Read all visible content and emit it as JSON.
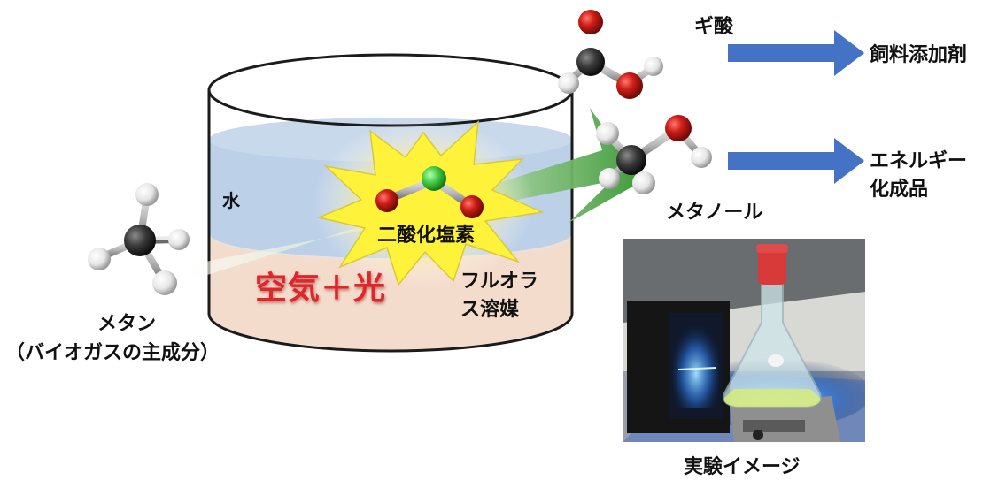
{
  "labels": {
    "formic_acid": "ギ酸",
    "feed_additive": "飼料添加剤",
    "energy_chem_line1": "エネルギー",
    "energy_chem_line2": "化成品",
    "methanol": "メタノール",
    "water": "水",
    "chlorine_dioxide": "二酸化塩素",
    "air_light": "空気＋光",
    "fluorous_line1": "フルオラ",
    "fluorous_line2": "ス溶媒",
    "methane": "メタン",
    "methane_note": "（バイオガスの主成分）",
    "experiment": "実験イメージ"
  },
  "colors": {
    "arrow_blue": "#4472c4",
    "air_light_red": "#e0262a",
    "green_arrow": "#49a142",
    "water_layer": "#b9cde6",
    "fluorous_layer": "#f4dccd",
    "burst_yellow": "#fff23a",
    "atom_chlorine": "#4bd04b",
    "atom_oxygen": "#c91b16",
    "atom_carbon": "#333333",
    "atom_hydrogen": "#f2f2f2"
  }
}
